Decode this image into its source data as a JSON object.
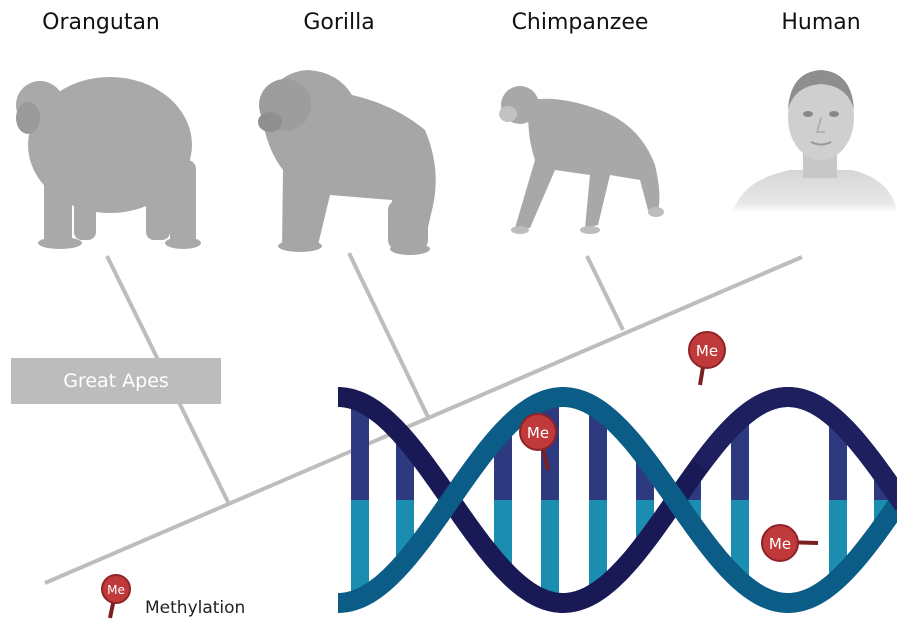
{
  "species": [
    {
      "name": "Orangutan",
      "icon": "orangutan-icon"
    },
    {
      "name": "Gorilla",
      "icon": "gorilla-icon"
    },
    {
      "name": "Chimpanzee",
      "icon": "chimpanzee-icon"
    },
    {
      "name": "Human",
      "icon": "human-head-icon"
    }
  ],
  "clade_label": "Great Apes",
  "methyl_tag": "Me",
  "legend": {
    "label": "Methylation"
  },
  "colors": {
    "tree_line": "#bdbdbd",
    "silhouette": "#a8a8a8",
    "dna_navy": "#1e1f5e",
    "dna_blue": "#0a5d87",
    "rung_dark": "#2d3a80",
    "rung_light": "#1b8db0",
    "methyl_red": "#c0393b",
    "methyl_stem": "#7a1f22"
  }
}
